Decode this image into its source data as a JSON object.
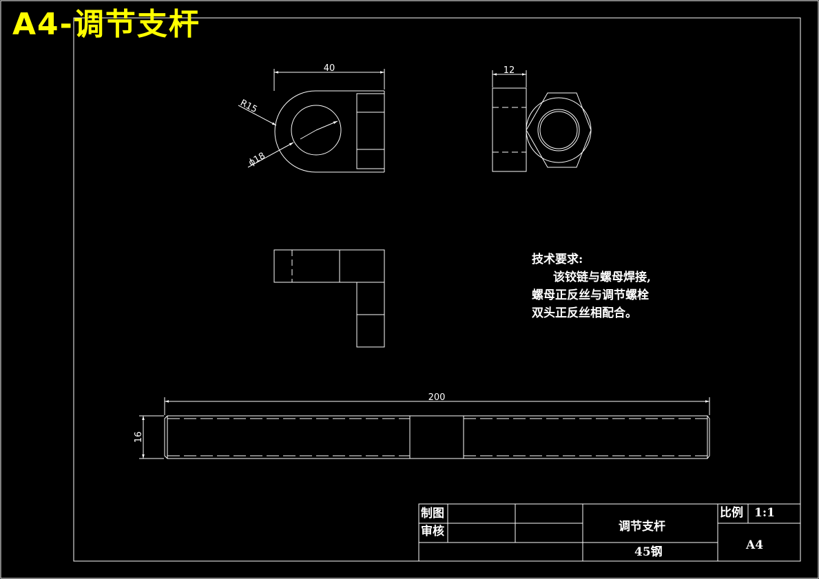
{
  "title": "A4-调节支杆",
  "colors": {
    "background": "#000000",
    "lines": "#ffffff",
    "title": "#ffff00"
  },
  "dimensions": {
    "d40": "40",
    "r15": "R15",
    "d18": "ϕ18",
    "d12": "12",
    "d200": "200",
    "d16": "16"
  },
  "tech_notes": {
    "heading": "技术要求:",
    "line1": "该铰链与螺母焊接,",
    "line2": "螺母正反丝与调节螺栓",
    "line3": "双头正反丝相配合。"
  },
  "title_block": {
    "drawn_label": "制图",
    "checked_label": "审核",
    "part_name": "调节支杆",
    "material": "45钢",
    "scale_label": "比例",
    "scale_value": "1:1",
    "sheet_size": "A4"
  }
}
